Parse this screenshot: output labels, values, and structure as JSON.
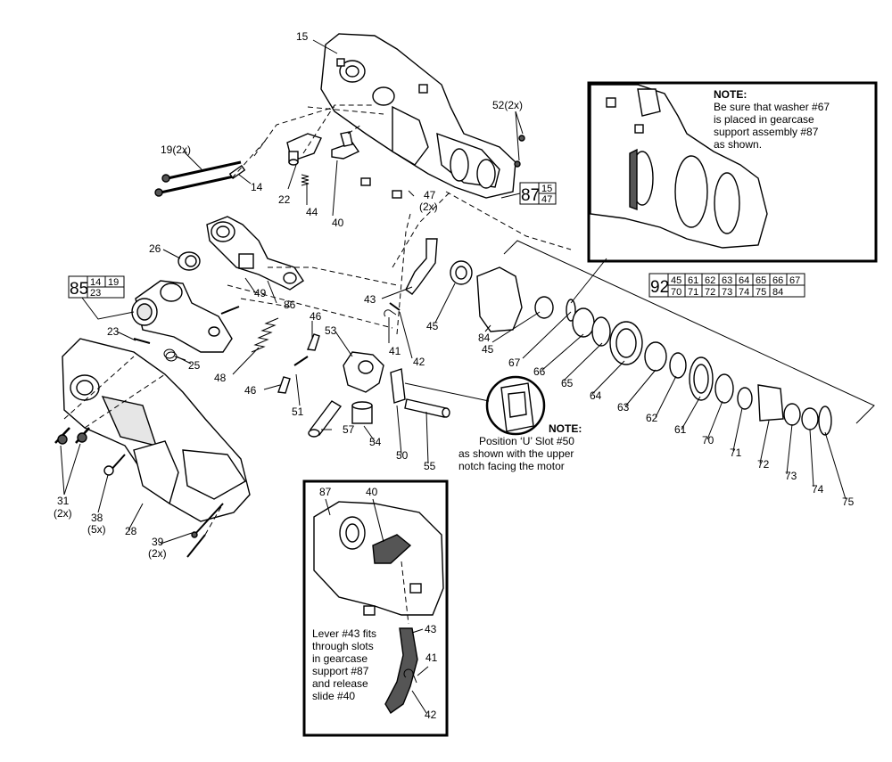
{
  "labels": {
    "p15": "15",
    "p52": "52(2x)",
    "p19": "19(2x)",
    "p14": "14",
    "p22": "22",
    "p44": "44",
    "p40": "40",
    "p47": "47",
    "p47q": "(2x)",
    "p26": "26",
    "p49": "49",
    "p86": "86",
    "p43": "43",
    "p45a": "45",
    "p84": "84",
    "p45b": "45",
    "p23": "23",
    "p25": "25",
    "p48": "48",
    "p46a": "46",
    "p46b": "46",
    "p51": "51",
    "p41": "41",
    "p42": "42",
    "p53": "53",
    "p67": "67",
    "p66": "66",
    "p65": "65",
    "p64": "64",
    "p63": "63",
    "p62": "62",
    "p61": "61",
    "p70": "70",
    "p71": "71",
    "p72": "72",
    "p73": "73",
    "p74": "74",
    "p75": "75",
    "p57": "57",
    "p54": "54",
    "p50": "50",
    "p55": "55",
    "p31": "31",
    "p31q": "(2x)",
    "p38": "38",
    "p38q": "(5x)",
    "p28": "28",
    "p39": "39",
    "p39q": "(2x)"
  },
  "kits": {
    "k87": {
      "num": "87",
      "parts": [
        "15",
        "47"
      ]
    },
    "k85": {
      "num": "85",
      "parts": [
        "14",
        "19",
        "23"
      ]
    },
    "k92": {
      "num": "92",
      "row1": [
        "45",
        "61",
        "62",
        "63",
        "64",
        "65",
        "66",
        "67"
      ],
      "row2": [
        "70",
        "71",
        "72",
        "73",
        "74",
        "75",
        "84"
      ]
    }
  },
  "note_washer": {
    "heading": "NOTE:",
    "lines": [
      "Be sure that washer #67",
      "is placed in gearcase",
      "support assembly #87",
      "as shown."
    ]
  },
  "note_slot": {
    "heading": "NOTE:",
    "lines": [
      "Position ‘U’ Slot #50",
      "as shown with the upper",
      "notch facing the motor"
    ]
  },
  "inset_lever": {
    "labels": {
      "p87": "87",
      "p40": "40",
      "p43": "43",
      "p41": "41",
      "p42": "42"
    },
    "lines": [
      "Lever #43 fits",
      "through slots",
      "in gearcase",
      "support #87",
      "and release",
      "slide #40"
    ]
  }
}
